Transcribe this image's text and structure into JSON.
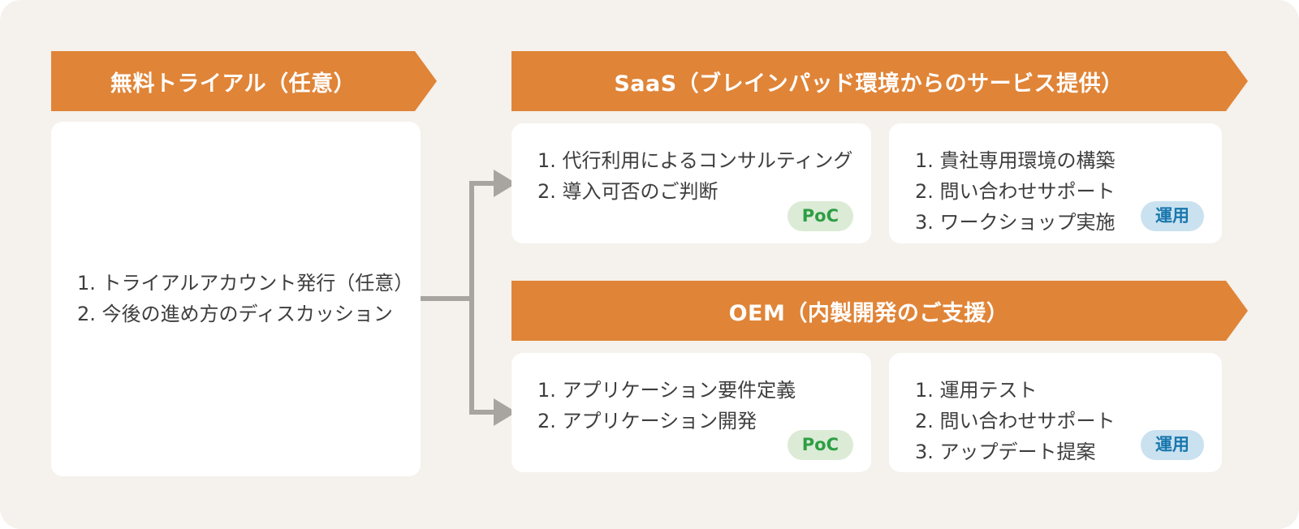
{
  "colors": {
    "background": "#F5F1EC",
    "banner_orange": "#E08437",
    "card_white": "#FFFFFF",
    "list_text": "#3E3E3E",
    "banner_text": "#FFFFFF",
    "connector_gray": "#A8A4A0",
    "poc_badge_bg": "#DBEBD6",
    "poc_badge_text": "#2E9E44",
    "ops_badge_bg": "#CAE1EF",
    "ops_badge_text": "#1777AE"
  },
  "trial": {
    "banner_label": "無料トライアル（任意）",
    "items": [
      "トライアルアカウント発行（任意）",
      "今後の進め方のディスカッション"
    ]
  },
  "saas": {
    "banner_label": "SaaS（ブレインパッド環境からのサービス提供）",
    "poc_card": {
      "items": [
        "代行利用によるコンサルティング",
        "導入可否のご判断"
      ],
      "badge": "PoC"
    },
    "ops_card": {
      "items": [
        "貴社専用環境の構築",
        "問い合わせサポート",
        "ワークショップ実施"
      ],
      "badge": "運用"
    }
  },
  "oem": {
    "banner_label": "OEM（内製開発のご支援）",
    "poc_card": {
      "items": [
        "アプリケーション要件定義",
        "アプリケーション開発"
      ],
      "badge": "PoC"
    },
    "ops_card": {
      "items": [
        "運用テスト",
        "問い合わせサポート",
        "アップデート提案"
      ],
      "badge": "運用"
    }
  }
}
